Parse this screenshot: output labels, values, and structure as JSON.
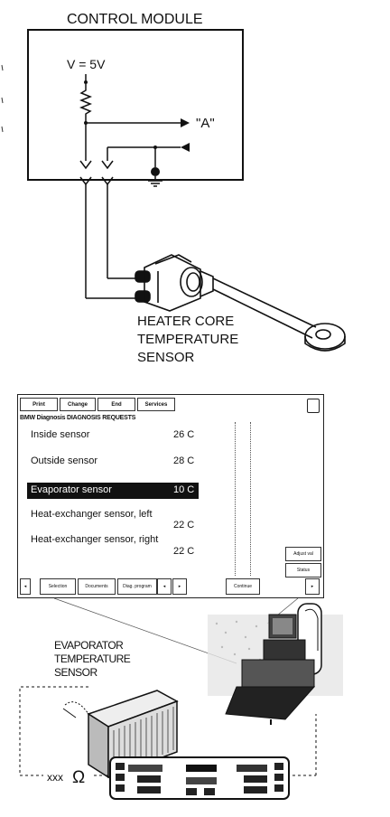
{
  "control_module": {
    "title": "CONTROL MODULE",
    "voltage_label": "V = 5V",
    "signal_label": "\"A\""
  },
  "heater_sensor": {
    "label_lines": [
      "HEATER CORE",
      "TEMPERATURE",
      "SENSOR"
    ]
  },
  "diagnosis_screen": {
    "tabs": [
      "Print",
      "Change",
      "End",
      "Services"
    ],
    "title": "BMW Diagnosis DIAGNOSIS REQUESTS",
    "rows": [
      {
        "label": "Inside sensor",
        "value": "26 C"
      },
      {
        "label": "Outside sensor",
        "value": "28 C"
      },
      {
        "label": "Evaporator sensor",
        "value": "10 C"
      },
      {
        "label": "Heat-exchanger sensor, left",
        "value": "22 C"
      },
      {
        "label": "Heat-exchanger sensor, right",
        "value": "22 C"
      }
    ],
    "side_buttons": [
      "Adjust val",
      "Status"
    ],
    "bottom_buttons": [
      "Selection",
      "Documents",
      "Diag. program"
    ],
    "bottom_right_button": "Continue"
  },
  "evaporator_sensor": {
    "label_lines": [
      "EVAPORATOR",
      "TEMPERATURE",
      "SENSOR"
    ]
  },
  "multimeter": {
    "reading_label": "xxx",
    "unit_symbol": "Ω"
  }
}
